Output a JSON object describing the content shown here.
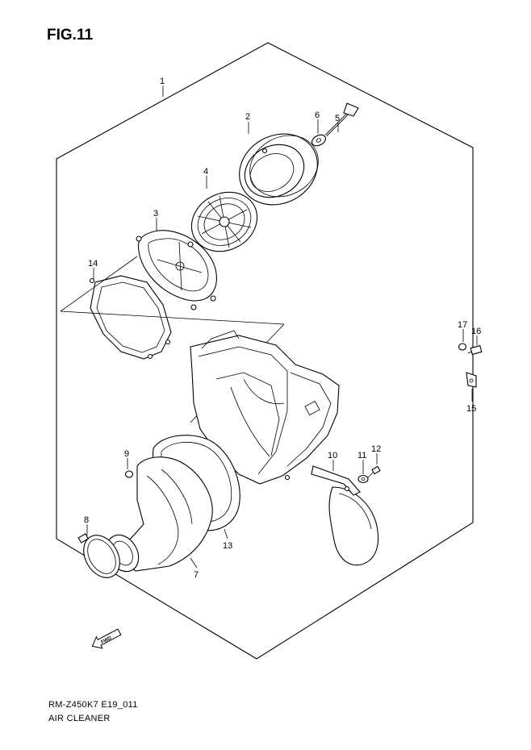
{
  "figure": {
    "title": "FIG.11",
    "model_code": "RM-Z450K7 E19_011",
    "assembly_name": "AIR CLEANER",
    "direction_marker": "FWD"
  },
  "callouts": [
    "1",
    "2",
    "3",
    "4",
    "5",
    "6",
    "7",
    "8",
    "9",
    "10",
    "11",
    "12",
    "13",
    "14",
    "15",
    "16",
    "17"
  ]
}
